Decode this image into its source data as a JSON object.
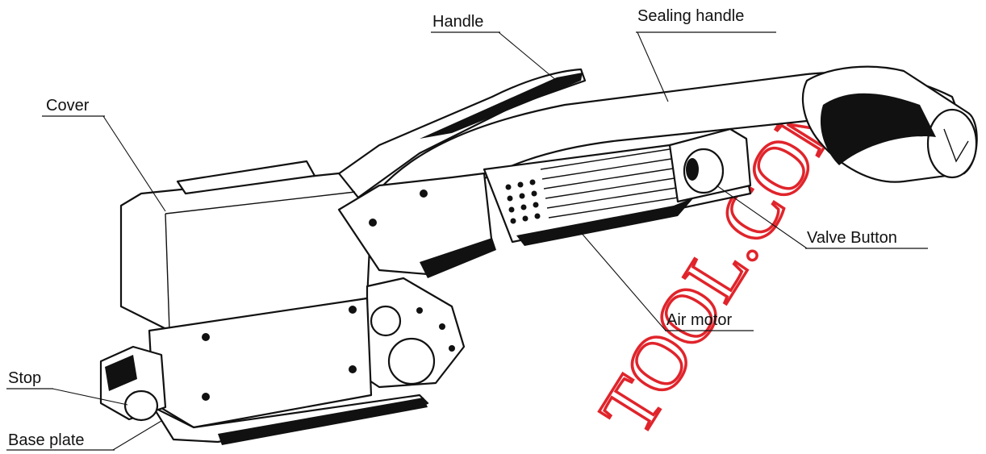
{
  "labels": {
    "handle": "Handle",
    "sealing_handle": "Sealing handle",
    "cover": "Cover",
    "valve_button": "Valve Button",
    "air_motor": "Air motor",
    "stop": "Stop",
    "base_plate": "Base plate"
  },
  "watermark": {
    "text": "TOOL.COM",
    "color": "#e0242b"
  },
  "colors": {
    "ink": "#111111",
    "background": "#ffffff"
  }
}
